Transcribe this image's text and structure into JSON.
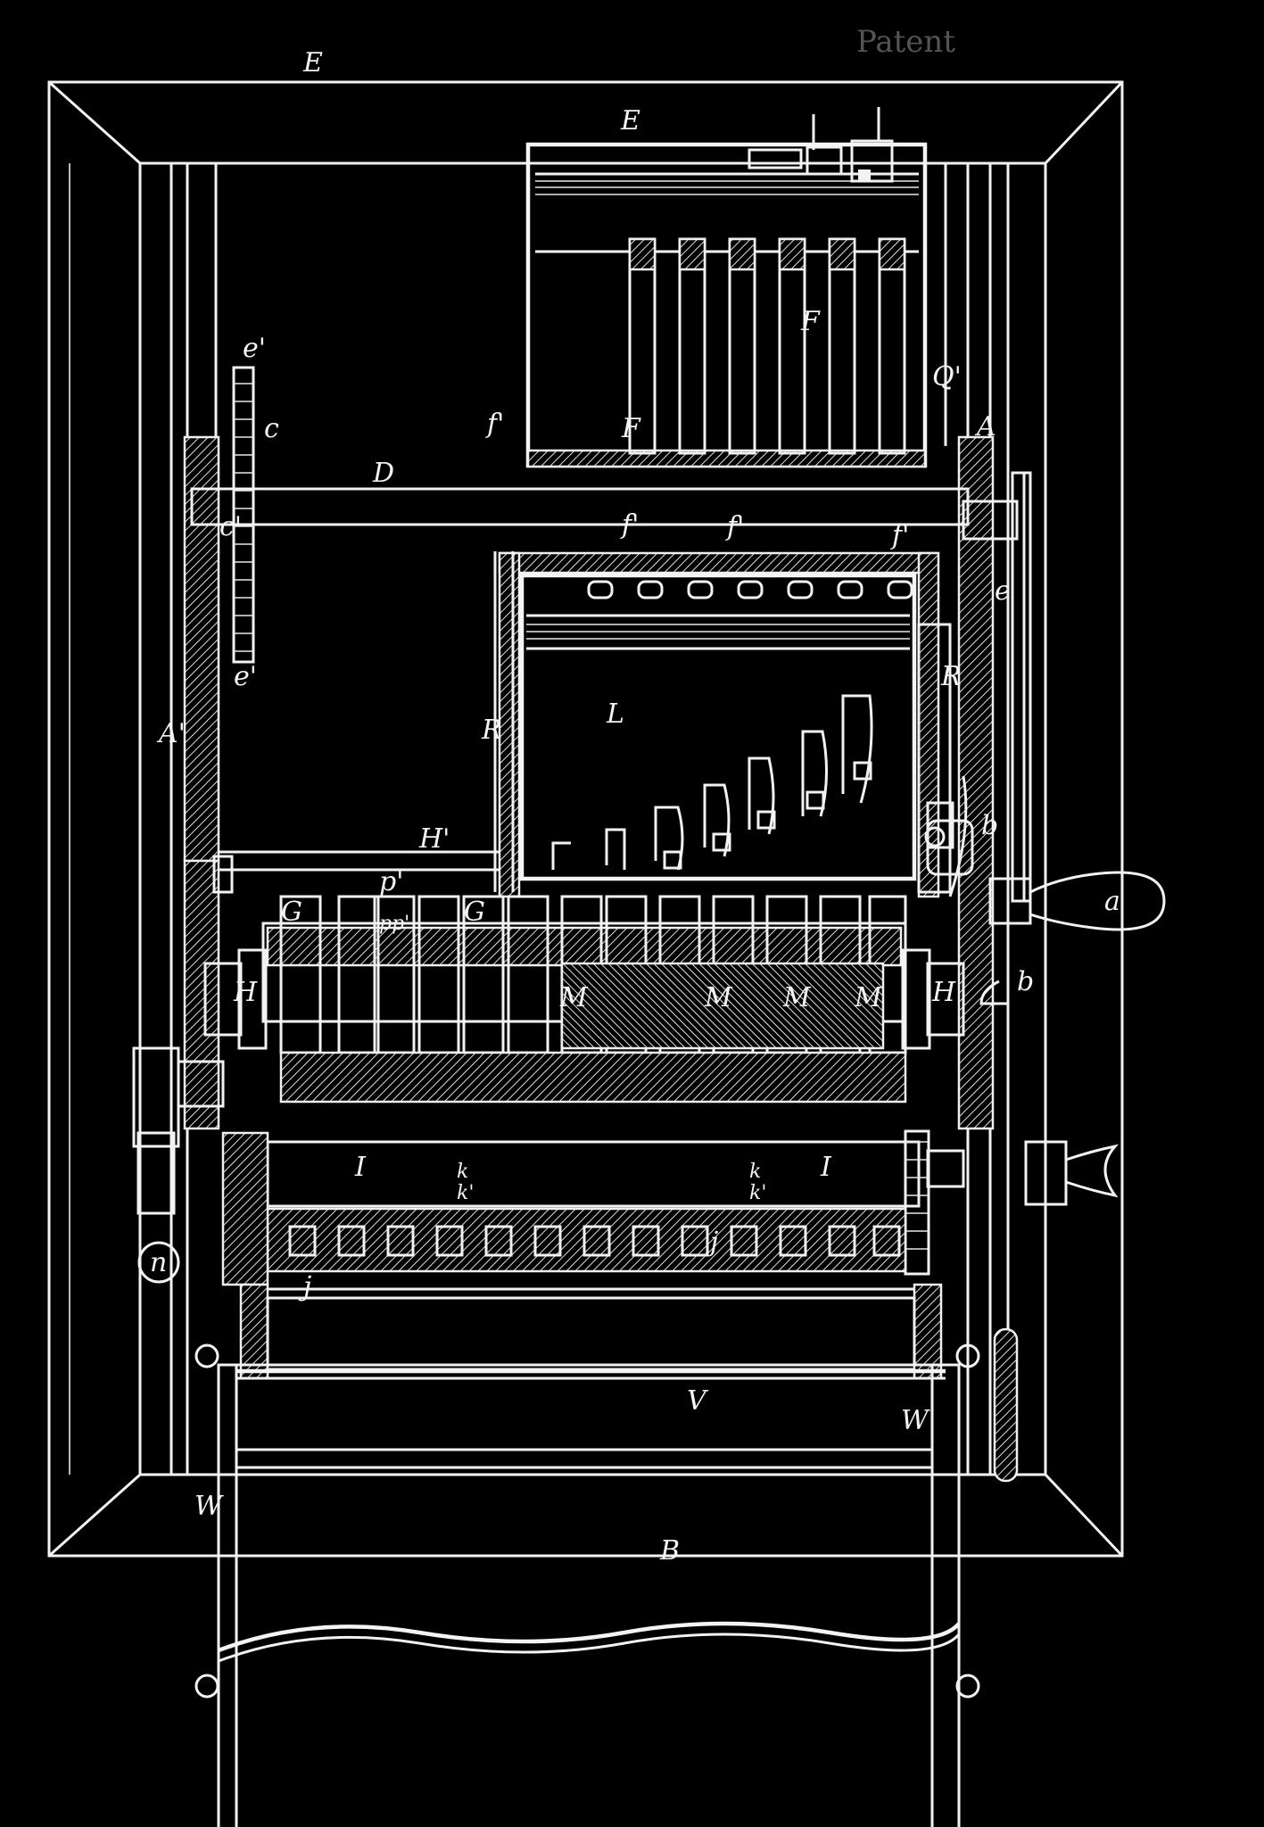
{
  "header": {
    "left_text": "",
    "right_text": "Patent"
  },
  "labels": {
    "E_top": "E",
    "E_box": "E",
    "F_plate": "F",
    "F_bar": "F",
    "A_right": "A",
    "Q_prime": "Q'",
    "D_shaft": "D",
    "f_prime_top": "f'",
    "f_prime_mid": "f'",
    "f_prime_left": "f'",
    "f_prime_right": "f'",
    "c_gear": "c",
    "e_prime_top": "e'",
    "e_prime_bottom": "e'",
    "c_prime": "c'",
    "A_prime": "A'",
    "R_left": "R",
    "R_right": "R",
    "L_box": "L",
    "H_prime": "H'",
    "p_prime": "p'",
    "pp_prime": "pp'",
    "G_left": "G",
    "G_mid": "G",
    "H_left": "H",
    "H_right": "H",
    "M_1": "M",
    "M_2": "M",
    "M_3": "M",
    "M_4": "M",
    "I_left": "I",
    "I_right": "I",
    "k_1": "k",
    "k_prime_1": "k'",
    "k_2": "k",
    "k_prime_2": "k'",
    "j_left": "j",
    "j_right": "j",
    "V_label": "V",
    "W_left": "W",
    "W_right": "W",
    "B_label": "B",
    "n_label": "n",
    "a_handle": "a",
    "b_upper": "b",
    "b_lower": "b",
    "e_small": "e"
  },
  "colors": {
    "background": "#000000",
    "line": "#f2f2f2"
  },
  "icons": {
    "crank_handle": "crank-handle-icon",
    "knob": "knob-icon",
    "stud": "stud-icon"
  }
}
